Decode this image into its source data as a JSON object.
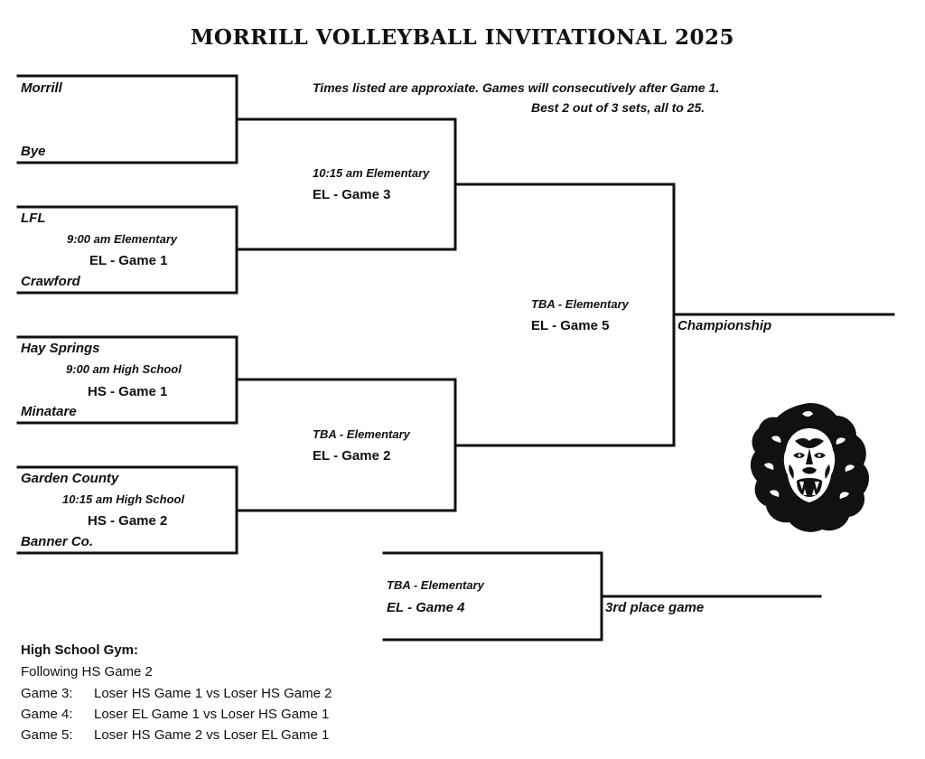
{
  "title": "MORRILL VOLLEYBALL INVITATIONAL 2025",
  "notes": {
    "line1": "Times listed are approxiate. Games will consecutively after Game 1.",
    "line2": "Best 2 out of 3 sets, all to 25."
  },
  "bracket": {
    "teams": {
      "morrill": "Morrill",
      "bye": "Bye",
      "lfl": "LFL",
      "crawford": "Crawford",
      "hay_springs": "Hay Springs",
      "minatare": "Minatare",
      "garden_county": "Garden County",
      "banner_co": "Banner Co."
    },
    "games": {
      "el_game1": {
        "time": "9:00 am Elementary",
        "label": "EL - Game 1"
      },
      "hs_game1": {
        "time": "9:00 am High School",
        "label": "HS - Game 1"
      },
      "hs_game2": {
        "time": "10:15 am High School",
        "label": "HS - Game 2"
      },
      "el_game3": {
        "time": "10:15 am Elementary",
        "label": "EL - Game 3"
      },
      "el_game2": {
        "time": "TBA - Elementary",
        "label": "EL - Game 2"
      },
      "el_game5": {
        "time": "TBA - Elementary",
        "label": "EL - Game 5"
      },
      "el_game4": {
        "time": "TBA - Elementary",
        "label": "EL - Game 4"
      }
    },
    "championship": "Championship",
    "third_place": "3rd place game"
  },
  "footer": {
    "heading": "High School Gym:",
    "subheading": "Following HS Game 2",
    "rows": [
      {
        "game": "Game 3:",
        "desc": "Loser HS Game 1 vs Loser HS Game 2"
      },
      {
        "game": "Game 4:",
        "desc": "Loser EL Game 1 vs Loser HS Game 1"
      },
      {
        "game": "Game 5:",
        "desc": "Loser HS Game 2 vs Loser EL Game 1"
      }
    ]
  },
  "icons": {
    "mascot": "lion-head-icon"
  },
  "colors": {
    "ink": "#111111",
    "background": "#ffffff"
  }
}
